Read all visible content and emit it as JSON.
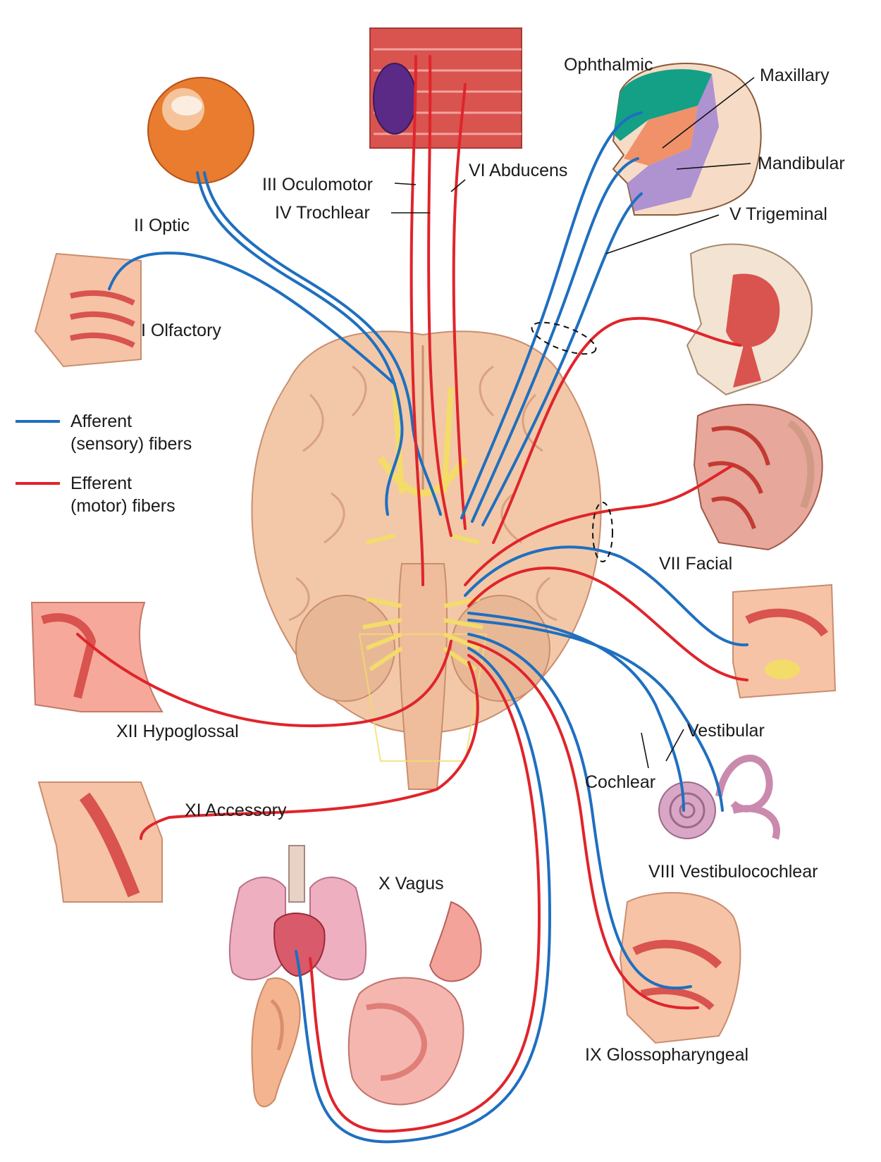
{
  "colors": {
    "afferent": "#1f6fbf",
    "efferent": "#e0242b",
    "brain": "#f2c8a8",
    "brain_shade": "#d9a183",
    "nerve_yellow": "#f3dc6a",
    "muscle": "#d9534f",
    "skin": "#f6c3a6"
  },
  "legend": {
    "afferent_line1": "Afferent",
    "afferent_line2": "(sensory) fibers",
    "efferent_line1": "Efferent",
    "efferent_line2": "(motor) fibers"
  },
  "labels": {
    "olfactory": "I  Olfactory",
    "optic": "II  Optic",
    "oculomotor": "III  Oculomotor",
    "trochlear": "IV  Trochlear",
    "abducens": "VI  Abducens",
    "trigeminal": "V  Trigeminal",
    "ophthalmic": "Ophthalmic",
    "maxillary": "Maxillary",
    "mandibular": "Mandibular",
    "facial": "VII  Facial",
    "vestibular": "Vestibular",
    "cochlear": "Cochlear",
    "vestibulocochlear": "VIII  Vestibulocochlear",
    "glossopharyngeal": "IX  Glossopharyngeal",
    "vagus": "X  Vagus",
    "accessory": "XI  Accessory",
    "hypoglossal": "XII  Hypoglossal"
  },
  "icons": [
    "brain-inferior-icon",
    "eye-icon",
    "nasal-cavity-icon",
    "eye-muscles-icon",
    "head-dermatome-icon",
    "skull-jaw-muscles-icon",
    "face-muscles-icon",
    "tongue-section-icon",
    "inner-ear-icon",
    "throat-section-icon",
    "neck-tongue-icon",
    "neck-muscle-icon",
    "lungs-heart-icon",
    "stomach-intestine-icon",
    "outer-ear-icon"
  ]
}
